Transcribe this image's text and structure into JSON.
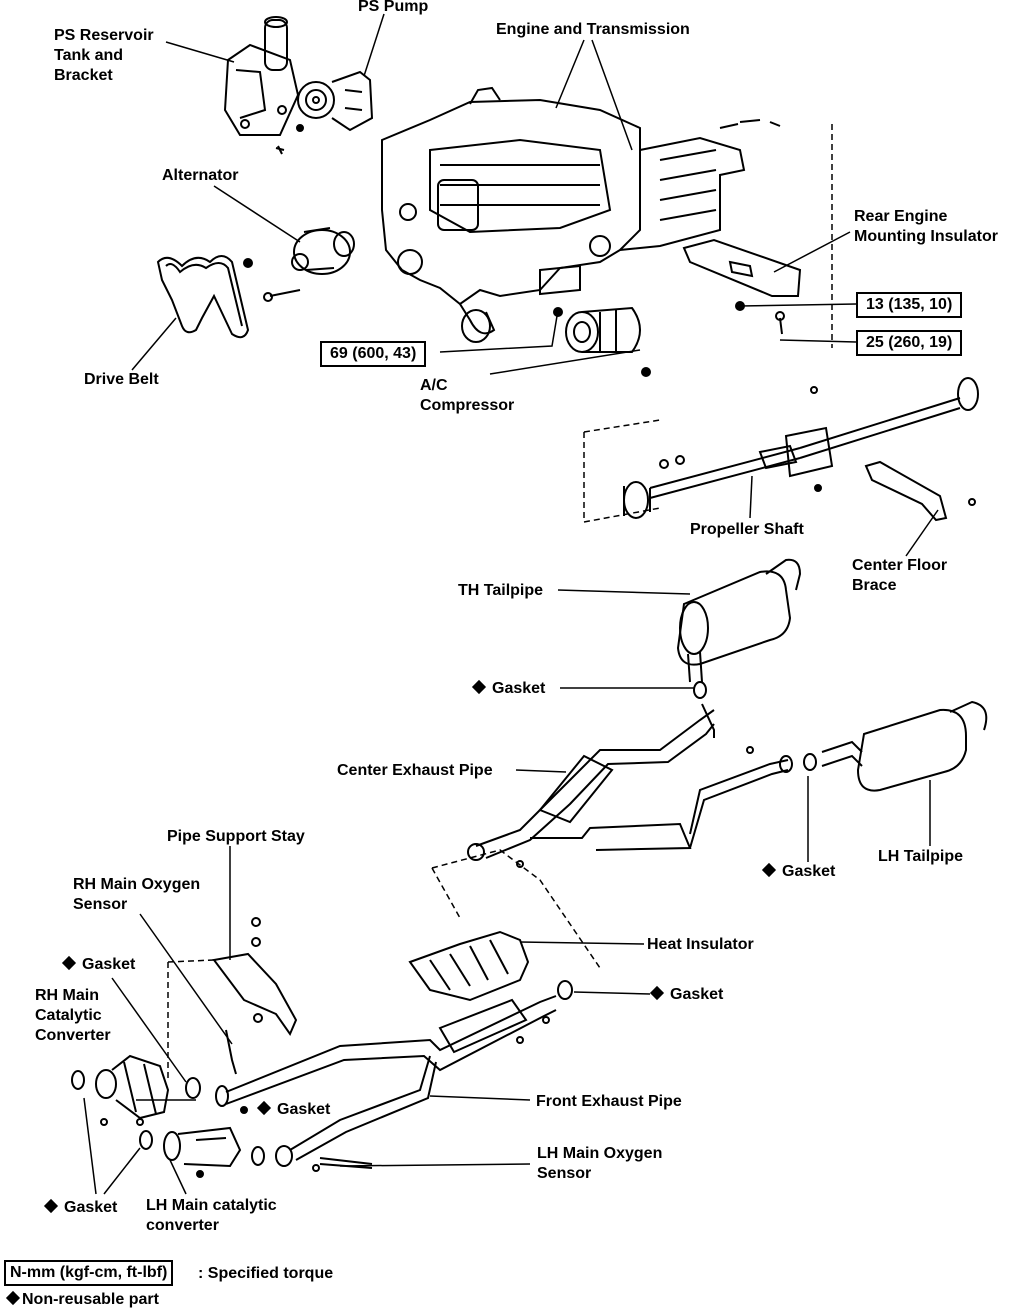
{
  "labels": {
    "ps_reservoir": [
      "PS Reservoir",
      "Tank and",
      "Bracket"
    ],
    "ps_pump": "PS Pump",
    "engine_transmission": "Engine and Transmission",
    "alternator": "Alternator",
    "rear_engine_mount": [
      "Rear Engine",
      "Mounting Insulator"
    ],
    "drive_belt": "Drive Belt",
    "ac_compressor": [
      "A/C",
      "Compressor"
    ],
    "propeller_shaft": "Propeller Shaft",
    "center_floor_brace": [
      "Center Floor",
      "Brace"
    ],
    "th_tailpipe": "TH Tailpipe",
    "gasket_tailpipe": "Gasket",
    "center_exhaust_pipe": "Center Exhaust Pipe",
    "pipe_support_stay": "Pipe Support Stay",
    "lh_tailpipe": "LH Tailpipe",
    "gasket_lh_tailpipe": "Gasket",
    "rh_o2_sensor": [
      "RH Main Oxygen",
      "Sensor"
    ],
    "heat_insulator": "Heat Insulator",
    "gasket_rh_o2": "Gasket",
    "gasket_front_pipe": "Gasket",
    "rh_cat_conv": [
      "RH Main",
      "Catalytic",
      "Converter"
    ],
    "gasket_mid": "Gasket",
    "front_exhaust_pipe": "Front Exhaust Pipe",
    "lh_o2_sensor": [
      "LH Main Oxygen",
      "Sensor"
    ],
    "gasket_bottom": "Gasket",
    "lh_cat_conv": [
      "LH Main catalytic",
      "converter"
    ]
  },
  "torques": {
    "t1": "13 (135, 10)",
    "t2": "25 (260, 19)",
    "t3": "69 (600, 43)"
  },
  "legend": {
    "torque_box": "N-mm (kgf-cm, ft-lbf)",
    "torque_text": ":  Specified torque",
    "nonreusable_text": "Non-reusable part"
  }
}
